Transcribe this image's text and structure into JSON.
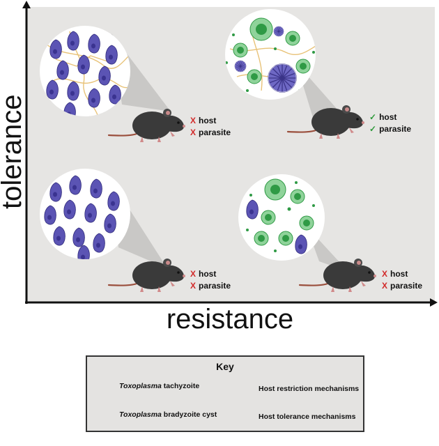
{
  "axes": {
    "x_label": "resistance",
    "y_label": "tolerance"
  },
  "quadrants": {
    "top_left": {
      "host": "host",
      "parasite": "parasite",
      "host_ok": false,
      "parasite_ok": false
    },
    "top_right": {
      "host": "host",
      "parasite": "parasite",
      "host_ok": true,
      "parasite_ok": true
    },
    "bottom_left": {
      "host": "host",
      "parasite": "parasite",
      "host_ok": false,
      "parasite_ok": false
    },
    "bottom_right": {
      "host": "host",
      "parasite": "parasite",
      "host_ok": false,
      "parasite_ok": false
    }
  },
  "marks": {
    "fail": "X",
    "ok": "✓"
  },
  "key": {
    "title": "Key",
    "tachyzoite_italic": "Toxoplasma",
    "tachyzoite_rest": " tachyzoite",
    "cyst_italic": "Toxoplasma",
    "cyst_rest": " bradyzoite cyst",
    "restriction": "Host restriction mechanisms",
    "tolerance": "Host tolerance mechanisms"
  },
  "colors": {
    "panel": "#e6e5e3",
    "parasite": "#5b54b4",
    "parasite_dark": "#3b3488",
    "restriction": "#3fae4f",
    "tolerance_fiber": "#e8c277",
    "mouse": "#3a3a3a",
    "tail": "#9a4e3c",
    "fail": "#d22a2a",
    "ok": "#2e9a3a"
  }
}
